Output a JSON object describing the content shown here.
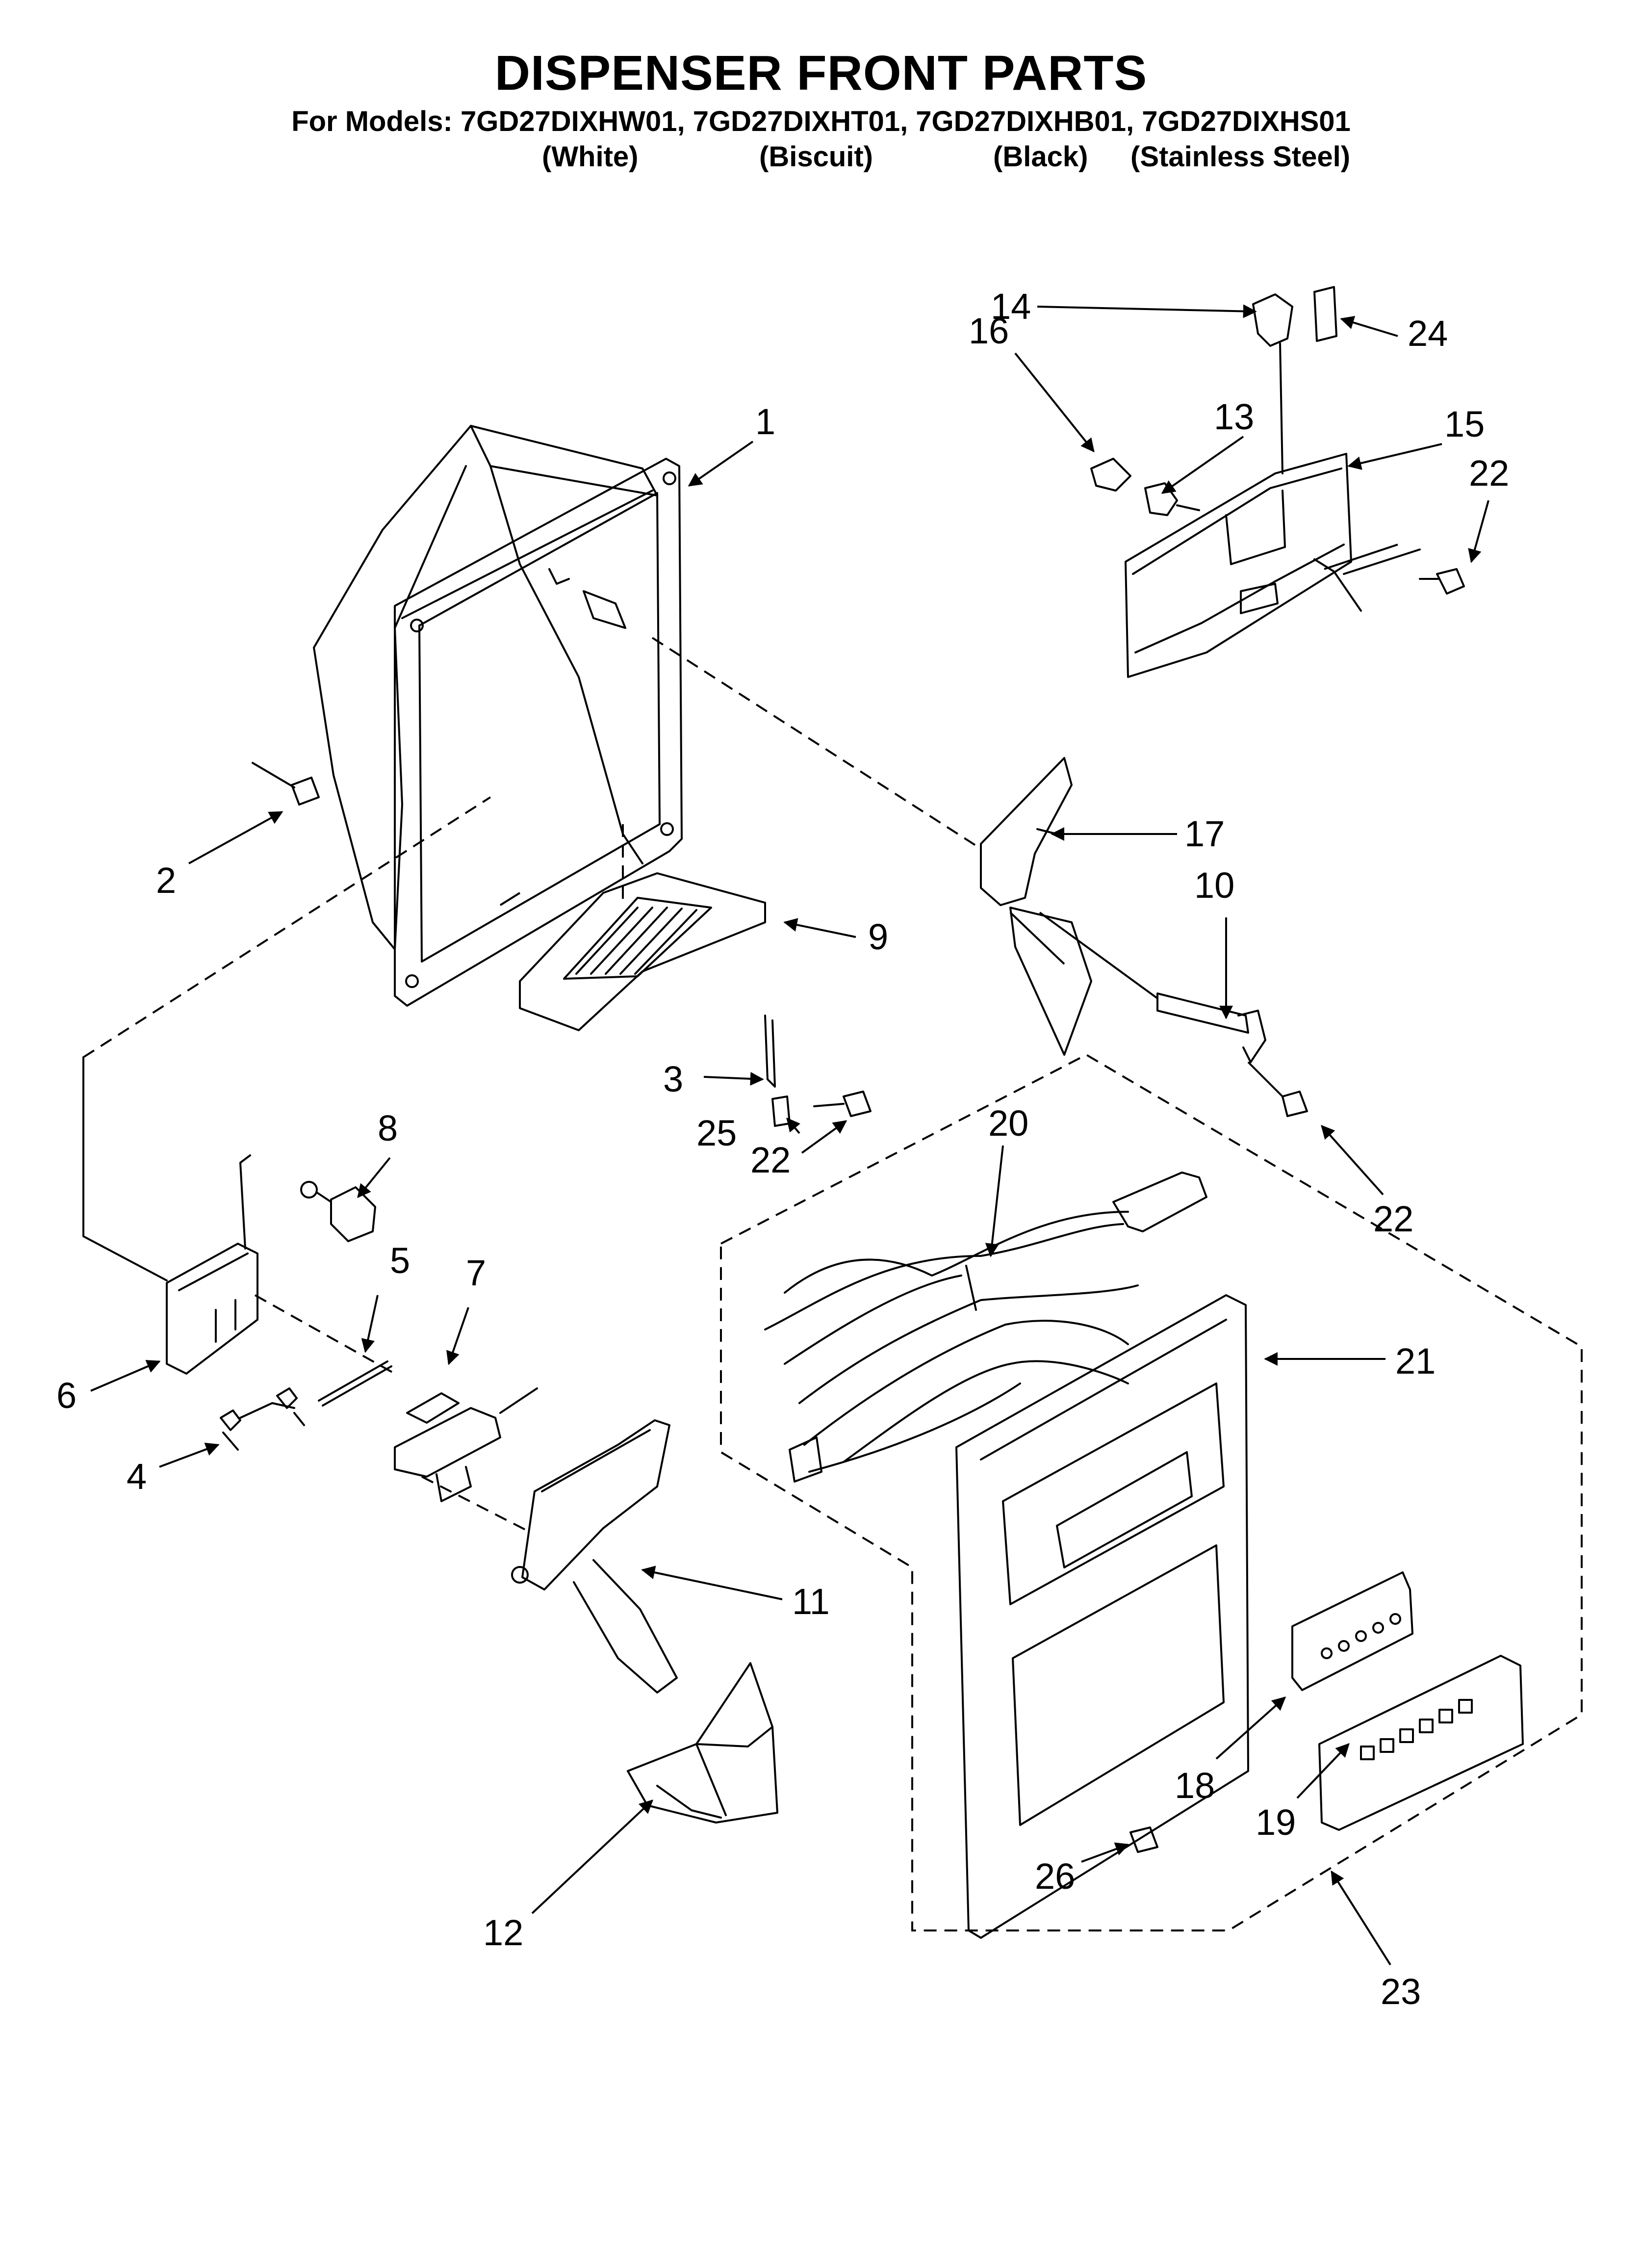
{
  "header": {
    "title": "DISPENSER FRONT PARTS",
    "models_line": "For Models: 7GD27DIXHW01, 7GD27DIXHT01, 7GD27DIXHB01, 7GD27DIXHS01",
    "variants": [
      "(White)",
      "(Biscuit)",
      "(Black)",
      "(Stainless Steel)"
    ]
  },
  "callouts": [
    "1",
    "2",
    "3",
    "4",
    "5",
    "6",
    "7",
    "8",
    "9",
    "10",
    "11",
    "12",
    "13",
    "14",
    "15",
    "16",
    "17",
    "18",
    "19",
    "20",
    "21",
    "22",
    "22",
    "22",
    "23",
    "24",
    "25",
    "26"
  ]
}
